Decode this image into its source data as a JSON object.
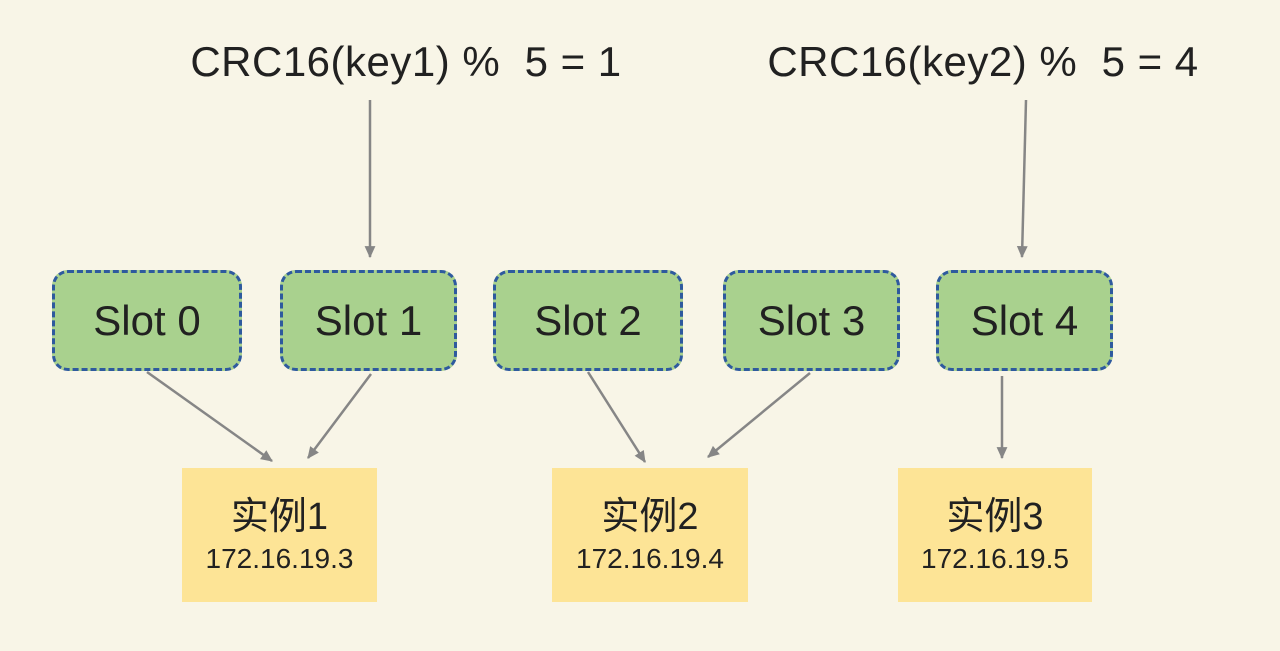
{
  "canvas": {
    "background": "#f8f5e7"
  },
  "colors": {
    "slot_fill": "#a9d18e",
    "slot_border": "#2e5a9e",
    "instance_fill": "#fde496",
    "arrow": "#868686",
    "text": "#212121"
  },
  "formulas": [
    {
      "text": "CRC16(key1) %  5 = 1"
    },
    {
      "text": "CRC16(key2) %  5 = 4"
    }
  ],
  "slots": [
    {
      "label": "Slot 0"
    },
    {
      "label": "Slot 1"
    },
    {
      "label": "Slot 2"
    },
    {
      "label": "Slot 3"
    },
    {
      "label": "Slot 4"
    }
  ],
  "instances": [
    {
      "name": "实例1",
      "ip": "172.16.19.3"
    },
    {
      "name": "实例2",
      "ip": "172.16.19.4"
    },
    {
      "name": "实例3",
      "ip": "172.16.19.5"
    }
  ],
  "edges": [
    {
      "from": "formula-key1",
      "to": "slot-1"
    },
    {
      "from": "formula-key2",
      "to": "slot-4"
    },
    {
      "from": "slot-0",
      "to": "instance-1"
    },
    {
      "from": "slot-1",
      "to": "instance-1"
    },
    {
      "from": "slot-2",
      "to": "instance-2"
    },
    {
      "from": "slot-3",
      "to": "instance-2"
    },
    {
      "from": "slot-4",
      "to": "instance-3"
    }
  ]
}
